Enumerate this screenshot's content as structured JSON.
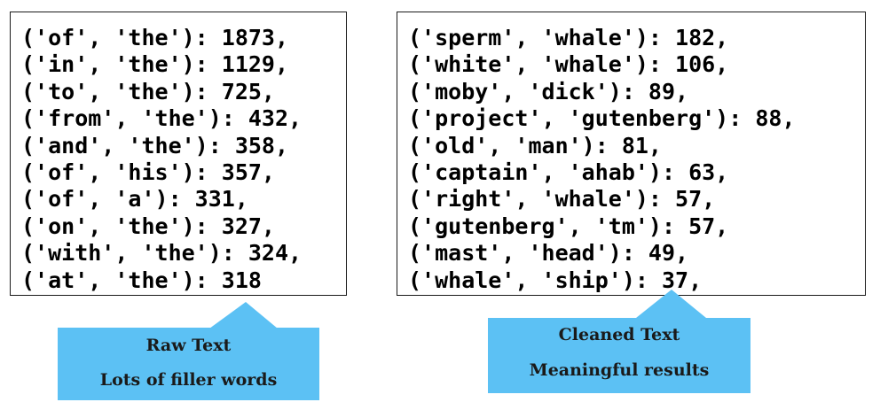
{
  "raw_panel": {
    "lines": [
      "('of', 'the'): 1873,",
      "('in', 'the'): 1129,",
      "('to', 'the'): 725,",
      "('from', 'the'): 432,",
      "('and', 'the'): 358,",
      "('of', 'his'): 357,",
      "('of', 'a'): 331,",
      "('on', 'the'): 327,",
      "('with', 'the'): 324,",
      "('at', 'the'): 318"
    ]
  },
  "cleaned_panel": {
    "lines": [
      "('sperm', 'whale'): 182,",
      "('white', 'whale'): 106,",
      "('moby', 'dick'): 89,",
      "('project', 'gutenberg'): 88,",
      "('old', 'man'): 81,",
      "('captain', 'ahab'): 63,",
      "('right', 'whale'): 57,",
      "('gutenberg', 'tm'): 57,",
      "('mast', 'head'): 49,",
      "('whale', 'ship'): 37,"
    ]
  },
  "callouts": {
    "raw": {
      "title": "Raw Text",
      "subtitle": "Lots of filler words"
    },
    "cleaned": {
      "title": "Cleaned Text",
      "subtitle": "Meaningful results"
    }
  },
  "colors": {
    "callout_fill": "#5cc1f4",
    "panel_border": "#1a1a1a"
  }
}
